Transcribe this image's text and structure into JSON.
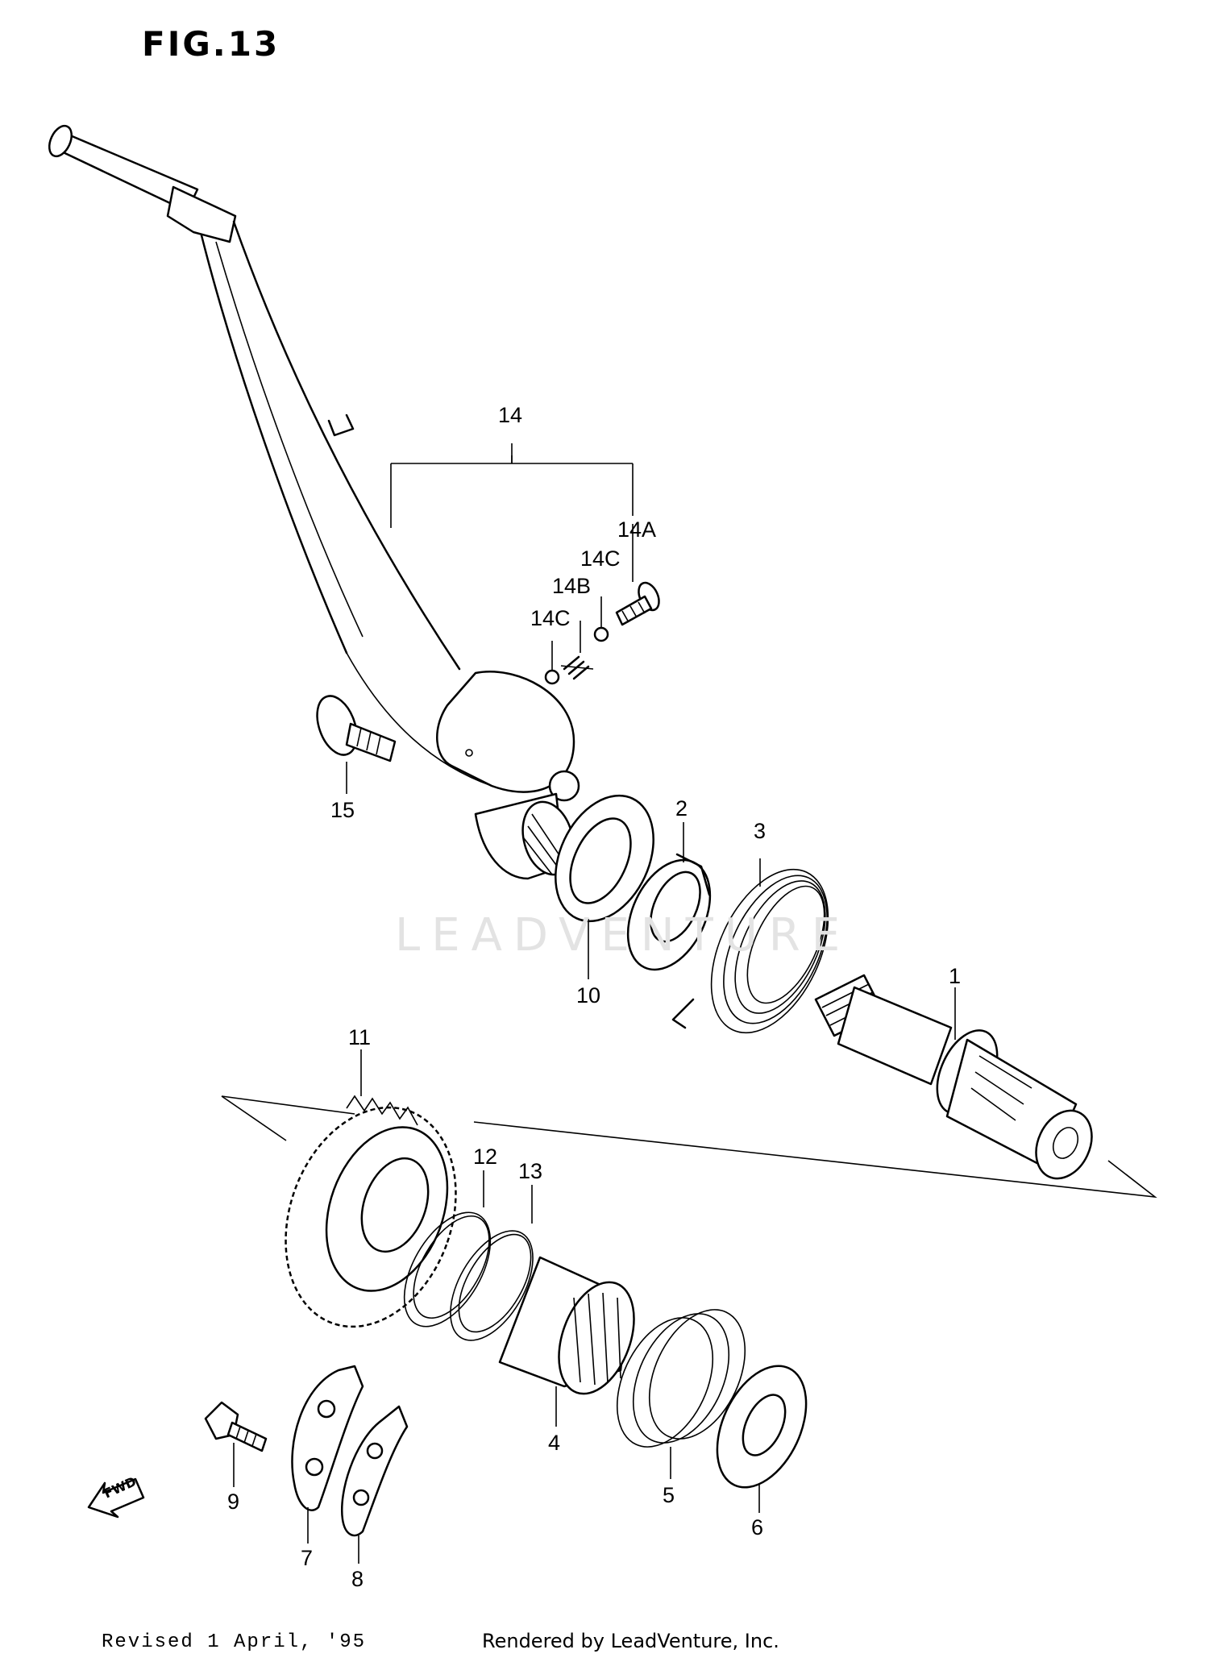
{
  "figure_title": "FIG.13",
  "watermark": "LEADVENTURE",
  "footer": {
    "revision": "Revised 1 April, '95",
    "rendered_by": "Rendered by LeadVenture, Inc."
  },
  "direction_marker": "FWD",
  "callouts": [
    {
      "id": "c14",
      "label": "14"
    },
    {
      "id": "c14a",
      "label": "14A"
    },
    {
      "id": "c14c1",
      "label": "14C"
    },
    {
      "id": "c14b",
      "label": "14B"
    },
    {
      "id": "c14c2",
      "label": "14C"
    },
    {
      "id": "c15",
      "label": "15"
    },
    {
      "id": "c2",
      "label": "2"
    },
    {
      "id": "c3",
      "label": "3"
    },
    {
      "id": "c10",
      "label": "10"
    },
    {
      "id": "c1",
      "label": "1"
    },
    {
      "id": "c11",
      "label": "11"
    },
    {
      "id": "c12",
      "label": "12"
    },
    {
      "id": "c13",
      "label": "13"
    },
    {
      "id": "c4",
      "label": "4"
    },
    {
      "id": "c5",
      "label": "5"
    },
    {
      "id": "c6",
      "label": "6"
    },
    {
      "id": "c9",
      "label": "9"
    },
    {
      "id": "c7",
      "label": "7"
    },
    {
      "id": "c8",
      "label": "8"
    }
  ]
}
